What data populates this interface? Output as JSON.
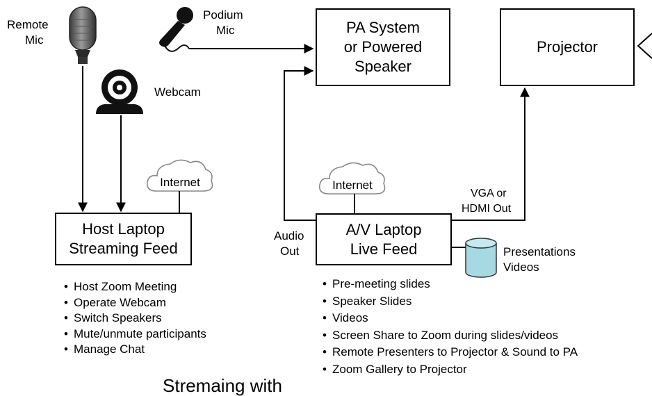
{
  "labels": {
    "remote_mic_1": "Remote",
    "remote_mic_2": "Mic",
    "podium_mic_1": "Podium",
    "podium_mic_2": "Mic",
    "webcam": "Webcam",
    "audio_out_1": "Audio",
    "audio_out_2": "Out",
    "vga_1": "VGA or",
    "vga_2": "HDMI Out",
    "presentations_1": "Presentations",
    "presentations_2": "Videos"
  },
  "boxes": {
    "pa_1": "PA System",
    "pa_2": "or Powered",
    "pa_3": "Speaker",
    "projector": "Projector",
    "host_1": "Host Laptop",
    "host_2": "Streaming Feed",
    "av_1": "A/V Laptop",
    "av_2": "Live Feed"
  },
  "clouds": {
    "left": "Internet",
    "right": "Internet"
  },
  "host_tasks": [
    "Host Zoom Meeting",
    "Operate Webcam",
    "Switch Speakers",
    "Mute/unmute participants",
    "Manage Chat"
  ],
  "av_tasks": [
    "Pre-meeting slides",
    "Speaker Slides",
    "Videos",
    "Screen Share to Zoom during slides/videos",
    "Remote Presenters to Projector & Sound to PA",
    "Zoom Gallery to Projector"
  ],
  "cut_text": "Stremaing with"
}
